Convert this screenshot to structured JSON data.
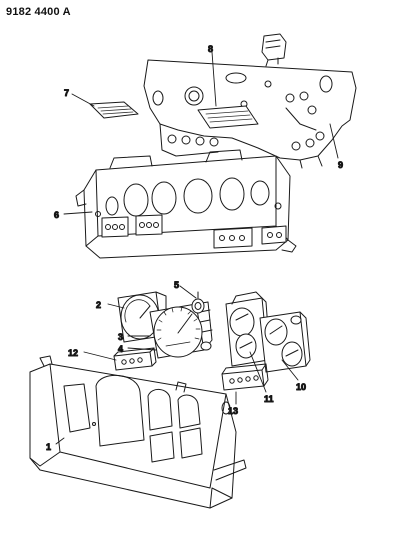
{
  "diagram": {
    "code": "9182 4400 A",
    "callouts": [
      "1",
      "2",
      "3",
      "4",
      "5",
      "6",
      "7",
      "8",
      "9",
      "10",
      "11",
      "12",
      "13"
    ]
  },
  "colors": {
    "ink": "#1a1a1a",
    "fill": "#ffffff",
    "dot": "#333333"
  }
}
